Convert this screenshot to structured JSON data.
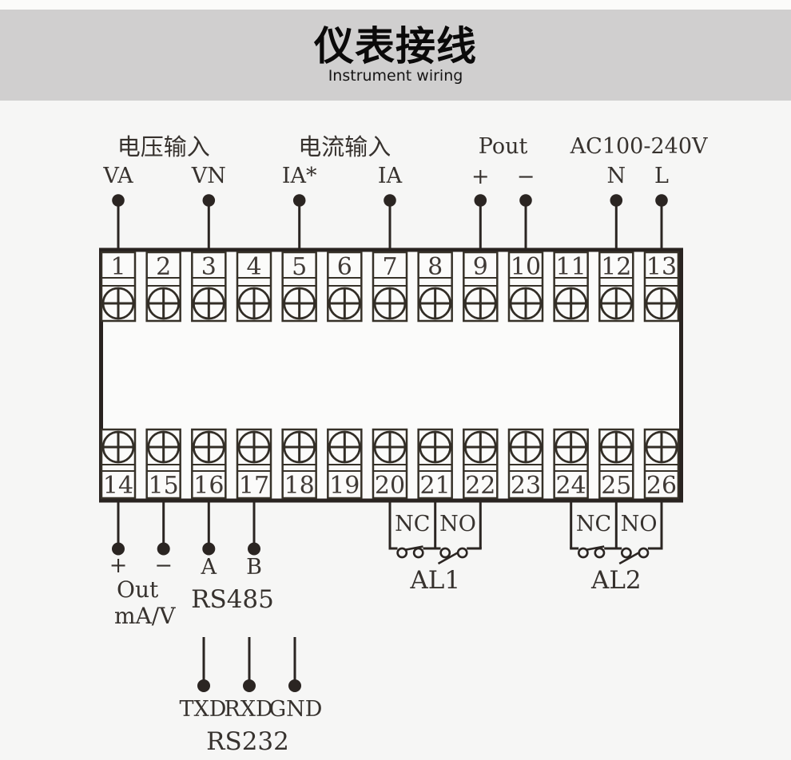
{
  "banner": {
    "title": "仪表接线",
    "subtitle": "Instrument wiring",
    "bg_color": "#d0cfcf"
  },
  "colors": {
    "line": "#2b2522",
    "page_bg": "#f6f6f5",
    "block_fill": "#fbfbfa"
  },
  "top_section": {
    "groups": [
      {
        "label": "电压输入",
        "pins": [
          {
            "name": "VA",
            "terminal": 1
          },
          {
            "name": "VN",
            "terminal": 3
          }
        ]
      },
      {
        "label": "电流输入",
        "pins": [
          {
            "name": "IA*",
            "terminal": 5
          },
          {
            "name": "IA",
            "terminal": 7
          }
        ]
      },
      {
        "label": "Pout",
        "pins": [
          {
            "name": "+",
            "terminal": 9
          },
          {
            "name": "−",
            "terminal": 10
          }
        ]
      },
      {
        "label": "AC100-240V",
        "pins": [
          {
            "name": "N",
            "terminal": 12
          },
          {
            "name": "L",
            "terminal": 13
          }
        ]
      }
    ]
  },
  "terminal_block": {
    "top_row": [
      "1",
      "2",
      "3",
      "4",
      "5",
      "6",
      "7",
      "8",
      "9",
      "10",
      "11",
      "12",
      "13"
    ],
    "bottom_row": [
      "14",
      "15",
      "16",
      "17",
      "18",
      "19",
      "20",
      "21",
      "22",
      "23",
      "24",
      "25",
      "26"
    ]
  },
  "bottom_section": {
    "analog_out": {
      "pins": [
        "+",
        "−"
      ],
      "terminals": [
        14,
        15
      ],
      "label_line1": "Out",
      "label_line2": "mA/V"
    },
    "rs485": {
      "pins": [
        "A",
        "B"
      ],
      "terminals": [
        16,
        17
      ],
      "label": "RS485"
    },
    "alarm1": {
      "nc": "NC",
      "no": "NO",
      "label": "AL1",
      "terminals": [
        20,
        21,
        22
      ]
    },
    "alarm2": {
      "nc": "NC",
      "no": "NO",
      "label": "AL2",
      "terminals": [
        24,
        25,
        26
      ]
    },
    "rs232": {
      "pins": [
        "TXD",
        "RXD",
        "GND"
      ],
      "label": "RS232"
    }
  }
}
